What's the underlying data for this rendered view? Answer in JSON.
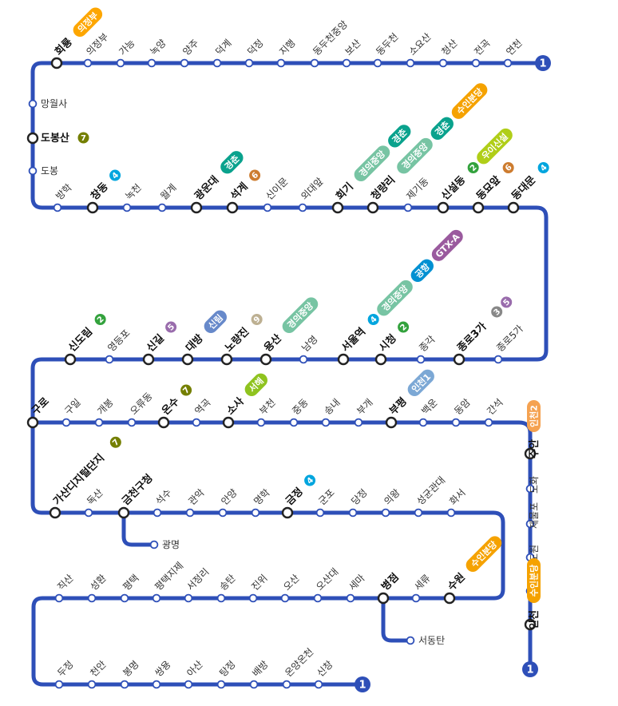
{
  "line": {
    "number": "1",
    "color": "#2e4fb8",
    "terminals": [
      {
        "id": "t-yeoncheon",
        "label": "1"
      },
      {
        "id": "t-sinchang",
        "label": "1"
      },
      {
        "id": "t-incheon",
        "label": "1"
      }
    ]
  },
  "badge_colors": {
    "2": "#33a23d",
    "4": "#00a5de",
    "5": "#996cac",
    "6": "#cd7c2f",
    "7": "#747f00",
    "9": "#bdb092",
    "경의중앙": "#77c4a3",
    "경춘": "#0aa28d",
    "신림": "#6789ca",
    "서해": "#8fc31f",
    "공항": "#0090d2",
    "GTX-A": "#9a5a9e",
    "우이신설": "#b0ce18",
    "수인분당": "#f5a200",
    "의정부": "#fda600",
    "인천1": "#7ca8d5",
    "인천2": "#f5a251"
  },
  "stations": [
    {
      "id": "hoeryong",
      "name": "회룡",
      "transfer": true,
      "badges": [
        "의정부"
      ]
    },
    {
      "id": "uijeongbu",
      "name": "의정부"
    },
    {
      "id": "ganeung",
      "name": "가능"
    },
    {
      "id": "nogyang",
      "name": "녹양"
    },
    {
      "id": "yangju",
      "name": "양주"
    },
    {
      "id": "deokgye",
      "name": "덕계"
    },
    {
      "id": "deokjeong",
      "name": "덕정"
    },
    {
      "id": "jihaeng",
      "name": "지행"
    },
    {
      "id": "dongducheon-jungang",
      "name": "동두천중앙"
    },
    {
      "id": "bosan",
      "name": "보산"
    },
    {
      "id": "dongducheon",
      "name": "동두천"
    },
    {
      "id": "soyosan",
      "name": "소요산"
    },
    {
      "id": "cheongsan",
      "name": "청산"
    },
    {
      "id": "jeongok",
      "name": "전곡"
    },
    {
      "id": "yeoncheon",
      "name": "연천"
    },
    {
      "id": "mangwolsa",
      "name": "망월사"
    },
    {
      "id": "dobongsan",
      "name": "도봉산",
      "transfer": true,
      "badges": [
        "7"
      ]
    },
    {
      "id": "dobong",
      "name": "도봉"
    },
    {
      "id": "banghak",
      "name": "방학"
    },
    {
      "id": "changdong",
      "name": "창동",
      "transfer": true,
      "badges": [
        "4"
      ]
    },
    {
      "id": "nokcheon",
      "name": "녹천"
    },
    {
      "id": "wolgye",
      "name": "월계"
    },
    {
      "id": "kwangwoon",
      "name": "광운대",
      "transfer": true,
      "badges": [
        "경춘"
      ]
    },
    {
      "id": "seokgye",
      "name": "석계",
      "transfer": true,
      "badges": [
        "6"
      ]
    },
    {
      "id": "sinimun",
      "name": "신이문"
    },
    {
      "id": "oedae",
      "name": "외대앞"
    },
    {
      "id": "hoegi",
      "name": "회기",
      "transfer": true,
      "badges": [
        "경의중앙",
        "경춘"
      ]
    },
    {
      "id": "cheongnyangni",
      "name": "청량리",
      "transfer": true,
      "badges": [
        "경의중앙",
        "경춘",
        "수인분당"
      ]
    },
    {
      "id": "jegi",
      "name": "제기동"
    },
    {
      "id": "sinseol",
      "name": "신설동",
      "transfer": true,
      "badges": [
        "2",
        "우이신설"
      ]
    },
    {
      "id": "dongmyo",
      "name": "동묘앞",
      "transfer": true,
      "badges": [
        "6"
      ]
    },
    {
      "id": "dongdaemun",
      "name": "동대문",
      "transfer": true,
      "badges": [
        "4"
      ]
    },
    {
      "id": "jongno5",
      "name": "종로5가"
    },
    {
      "id": "jongno3",
      "name": "종로3가",
      "transfer": true,
      "badges": [
        "3",
        "5"
      ]
    },
    {
      "id": "jonggak",
      "name": "종각"
    },
    {
      "id": "cityhall",
      "name": "시청",
      "transfer": true,
      "badges": [
        "2"
      ]
    },
    {
      "id": "seoul",
      "name": "서울역",
      "transfer": true,
      "badges": [
        "4",
        "경의중앙",
        "공항",
        "GTX-A"
      ]
    },
    {
      "id": "namyeong",
      "name": "남영"
    },
    {
      "id": "yongsan",
      "name": "용산",
      "transfer": true,
      "badges": [
        "경의중앙"
      ]
    },
    {
      "id": "noryangjin",
      "name": "노량진",
      "transfer": true,
      "badges": [
        "9"
      ]
    },
    {
      "id": "daebang",
      "name": "대방",
      "transfer": true,
      "badges": [
        "신림"
      ]
    },
    {
      "id": "singil",
      "name": "신길",
      "transfer": true,
      "badges": [
        "5"
      ]
    },
    {
      "id": "yeongdeungpo",
      "name": "영등포"
    },
    {
      "id": "sindorim",
      "name": "신도림",
      "transfer": true,
      "badges": [
        "2"
      ]
    },
    {
      "id": "guro",
      "name": "구로",
      "transfer": true
    },
    {
      "id": "guil",
      "name": "구일"
    },
    {
      "id": "gaebong",
      "name": "개봉"
    },
    {
      "id": "oryu",
      "name": "오류동"
    },
    {
      "id": "onsu",
      "name": "온수",
      "transfer": true,
      "badges": [
        "7"
      ]
    },
    {
      "id": "yeokgok",
      "name": "역곡"
    },
    {
      "id": "sosa",
      "name": "소사",
      "transfer": true,
      "badges": [
        "서해"
      ]
    },
    {
      "id": "bucheon",
      "name": "부천"
    },
    {
      "id": "jungdong",
      "name": "중동"
    },
    {
      "id": "songnae",
      "name": "송내"
    },
    {
      "id": "bugae",
      "name": "부개"
    },
    {
      "id": "bupyeong",
      "name": "부평",
      "transfer": true,
      "badges": [
        "인천1"
      ]
    },
    {
      "id": "baegun",
      "name": "백운"
    },
    {
      "id": "dongam",
      "name": "동암"
    },
    {
      "id": "ganseok",
      "name": "간석"
    },
    {
      "id": "juan",
      "name": "주안",
      "transfer": true,
      "badges": [
        "인천2"
      ]
    },
    {
      "id": "dohwa",
      "name": "도화"
    },
    {
      "id": "jemulpo",
      "name": "제물포"
    },
    {
      "id": "dowon",
      "name": "도원"
    },
    {
      "id": "dongincheon",
      "name": "동인천"
    },
    {
      "id": "incheon",
      "name": "인천",
      "transfer": true,
      "badges": [
        "수인분당"
      ]
    },
    {
      "id": "gasan",
      "name": "가산디지털단지",
      "transfer": true,
      "badges": [
        "7"
      ]
    },
    {
      "id": "doksan",
      "name": "독산"
    },
    {
      "id": "geumcheon",
      "name": "금천구청",
      "transfer": true
    },
    {
      "id": "gwangmyeong",
      "name": "광명"
    },
    {
      "id": "seoksu",
      "name": "석수"
    },
    {
      "id": "gwanak",
      "name": "관악"
    },
    {
      "id": "anyang",
      "name": "안양"
    },
    {
      "id": "myeonghak",
      "name": "명학"
    },
    {
      "id": "geumjeong",
      "name": "금정",
      "transfer": true,
      "badges": [
        "4"
      ]
    },
    {
      "id": "gunpo",
      "name": "군포"
    },
    {
      "id": "dangjeong",
      "name": "당정"
    },
    {
      "id": "uiwang",
      "name": "의왕"
    },
    {
      "id": "skku",
      "name": "성균관대"
    },
    {
      "id": "hwaseo",
      "name": "화서"
    },
    {
      "id": "suwon",
      "name": "수원",
      "transfer": true,
      "badges": [
        "수인분당"
      ]
    },
    {
      "id": "seryu",
      "name": "세류"
    },
    {
      "id": "byeongjeom",
      "name": "병점",
      "transfer": true
    },
    {
      "id": "seodongtan",
      "name": "서동탄"
    },
    {
      "id": "sema",
      "name": "세마"
    },
    {
      "id": "osandae",
      "name": "오산대"
    },
    {
      "id": "osan",
      "name": "오산"
    },
    {
      "id": "jinwi",
      "name": "진위"
    },
    {
      "id": "songtan",
      "name": "송탄"
    },
    {
      "id": "seojeongni",
      "name": "서정리"
    },
    {
      "id": "pyeongtaekjije",
      "name": "평택지제"
    },
    {
      "id": "pyeongtaek",
      "name": "평택"
    },
    {
      "id": "seonghwan",
      "name": "성환"
    },
    {
      "id": "jiksan",
      "name": "직산"
    },
    {
      "id": "dujeong",
      "name": "두정"
    },
    {
      "id": "cheonan",
      "name": "천안"
    },
    {
      "id": "bongmyeong",
      "name": "봉명"
    },
    {
      "id": "ssangyong",
      "name": "쌍용"
    },
    {
      "id": "asan",
      "name": "아산"
    },
    {
      "id": "tangjeong",
      "name": "탕정"
    },
    {
      "id": "baebang",
      "name": "배방"
    },
    {
      "id": "onyang",
      "name": "온양온천"
    },
    {
      "id": "sinchang",
      "name": "신창"
    }
  ]
}
